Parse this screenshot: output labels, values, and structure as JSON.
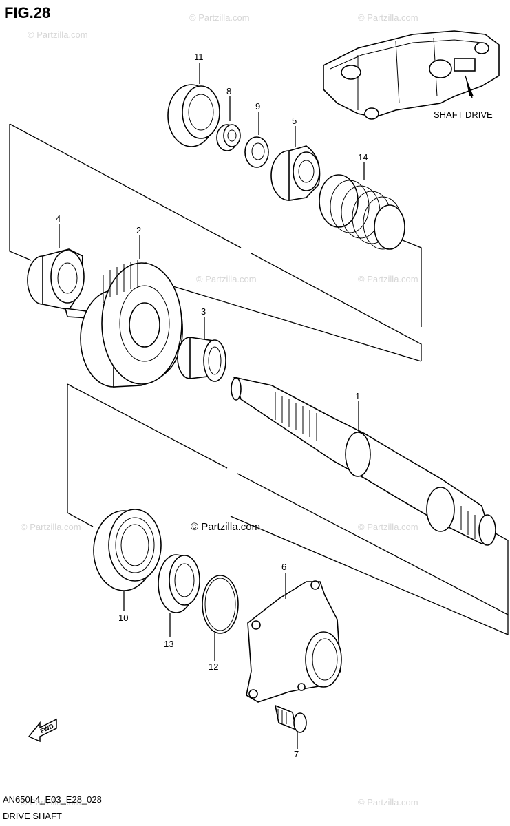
{
  "figure": {
    "title": "FIG.28",
    "code": "AN650L4_E03_E28_028",
    "caption": "DRIVE SHAFT"
  },
  "inset": {
    "label": "SHAFT DRIVE"
  },
  "copyright": "© Partzilla.com",
  "watermark": "© Partzilla.com",
  "fwd_label": "FWD",
  "callouts": [
    {
      "id": "1",
      "text": "1"
    },
    {
      "id": "2",
      "text": "2"
    },
    {
      "id": "3",
      "text": "3"
    },
    {
      "id": "4",
      "text": "4"
    },
    {
      "id": "5",
      "text": "5"
    },
    {
      "id": "6",
      "text": "6"
    },
    {
      "id": "7",
      "text": "7"
    },
    {
      "id": "8",
      "text": "8"
    },
    {
      "id": "9",
      "text": "9"
    },
    {
      "id": "10",
      "text": "10"
    },
    {
      "id": "11",
      "text": "11"
    },
    {
      "id": "12",
      "text": "12"
    },
    {
      "id": "13",
      "text": "13"
    },
    {
      "id": "14",
      "text": "14"
    }
  ]
}
